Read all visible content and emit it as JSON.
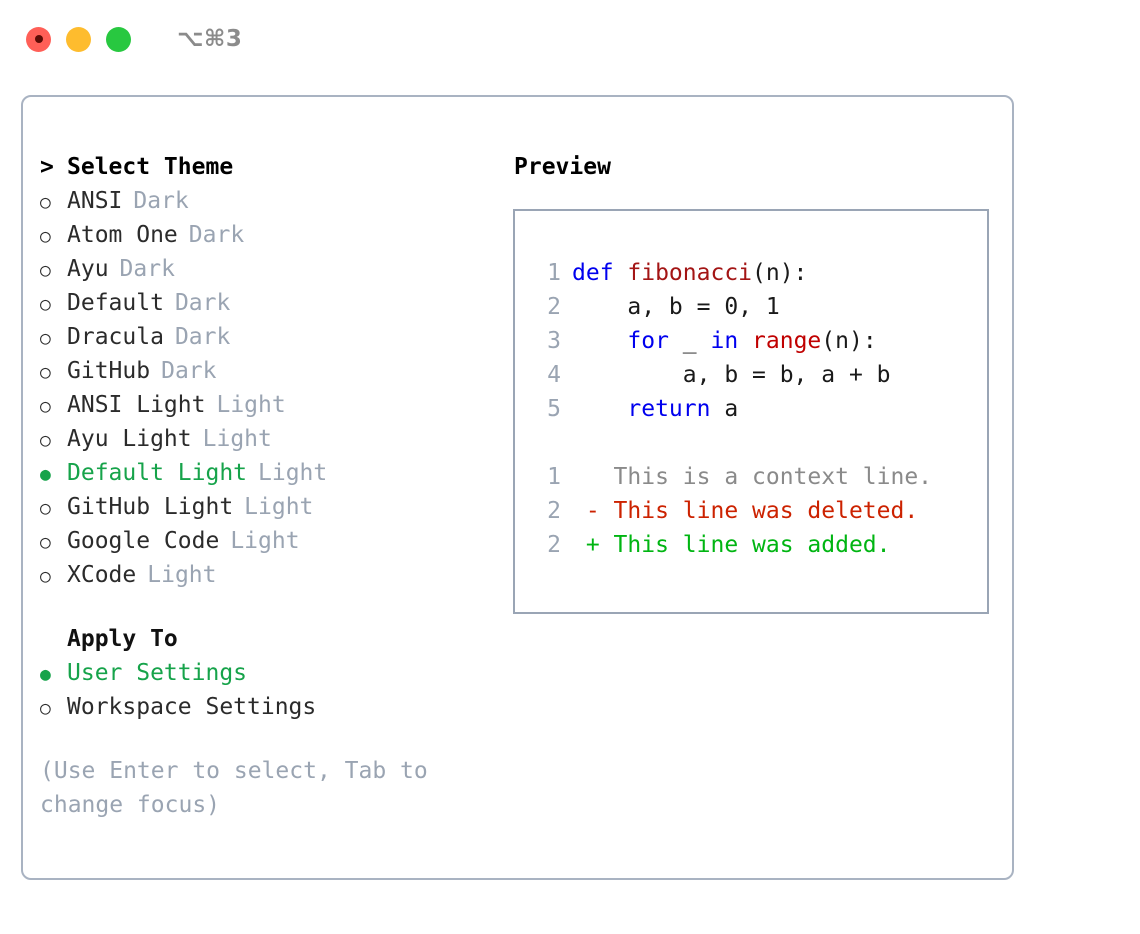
{
  "window": {
    "traffic_lights": [
      {
        "name": "close-button",
        "color": "#ff5f57"
      },
      {
        "name": "minimize-button",
        "color": "#febc2e"
      },
      {
        "name": "maximize-button",
        "color": "#28c840"
      }
    ],
    "shortcut": "⌥⌘3"
  },
  "theme_picker": {
    "caret": ">",
    "title": "Select Theme",
    "bullet_selected": "●",
    "bullet_unselected": "○",
    "selected_color": "#16a34a",
    "items": [
      {
        "name": "ANSI",
        "kind": "Dark",
        "selected": false
      },
      {
        "name": "Atom One",
        "kind": "Dark",
        "selected": false
      },
      {
        "name": "Ayu",
        "kind": "Dark",
        "selected": false
      },
      {
        "name": "Default",
        "kind": "Dark",
        "selected": false
      },
      {
        "name": "Dracula",
        "kind": "Dark",
        "selected": false
      },
      {
        "name": "GitHub",
        "kind": "Dark",
        "selected": false
      },
      {
        "name": "ANSI Light",
        "kind": "Light",
        "selected": false
      },
      {
        "name": "Ayu Light",
        "kind": "Light",
        "selected": false
      },
      {
        "name": "Default Light",
        "kind": "Light",
        "selected": true
      },
      {
        "name": "GitHub Light",
        "kind": "Light",
        "selected": false
      },
      {
        "name": "Google Code",
        "kind": "Light",
        "selected": false
      },
      {
        "name": "XCode",
        "kind": "Light",
        "selected": false
      }
    ]
  },
  "apply_to": {
    "title": "Apply To",
    "items": [
      {
        "name": "User Settings",
        "selected": true
      },
      {
        "name": "Workspace Settings",
        "selected": false
      }
    ]
  },
  "hint": "(Use Enter to select, Tab to change focus)",
  "preview": {
    "title": "Preview",
    "code_lines": [
      {
        "num": "1",
        "tokens": [
          {
            "t": "def ",
            "c": "kw"
          },
          {
            "t": "fibonacci",
            "c": "fn"
          },
          {
            "t": "(n):",
            "c": "pl"
          }
        ]
      },
      {
        "num": "2",
        "tokens": [
          {
            "t": "    a, b = 0, 1",
            "c": "pl"
          }
        ]
      },
      {
        "num": "3",
        "tokens": [
          {
            "t": "    ",
            "c": "pl"
          },
          {
            "t": "for",
            "c": "kw"
          },
          {
            "t": " _ ",
            "c": "pl"
          },
          {
            "t": "in",
            "c": "kw"
          },
          {
            "t": " ",
            "c": "pl"
          },
          {
            "t": "range",
            "c": "call"
          },
          {
            "t": "(n):",
            "c": "pl"
          }
        ]
      },
      {
        "num": "4",
        "tokens": [
          {
            "t": "        a, b = b, a + b",
            "c": "pl"
          }
        ]
      },
      {
        "num": "5",
        "tokens": [
          {
            "t": "    ",
            "c": "pl"
          },
          {
            "t": "return",
            "c": "kw"
          },
          {
            "t": " a",
            "c": "pl"
          }
        ]
      }
    ],
    "diff_lines": [
      {
        "num": "1",
        "marker": " ",
        "text": "This is a context line.",
        "c": "ctx"
      },
      {
        "num": "2",
        "marker": "-",
        "text": "This line was deleted.",
        "c": "del"
      },
      {
        "num": "2",
        "marker": "+",
        "text": "This line was added.",
        "c": "add"
      }
    ]
  }
}
